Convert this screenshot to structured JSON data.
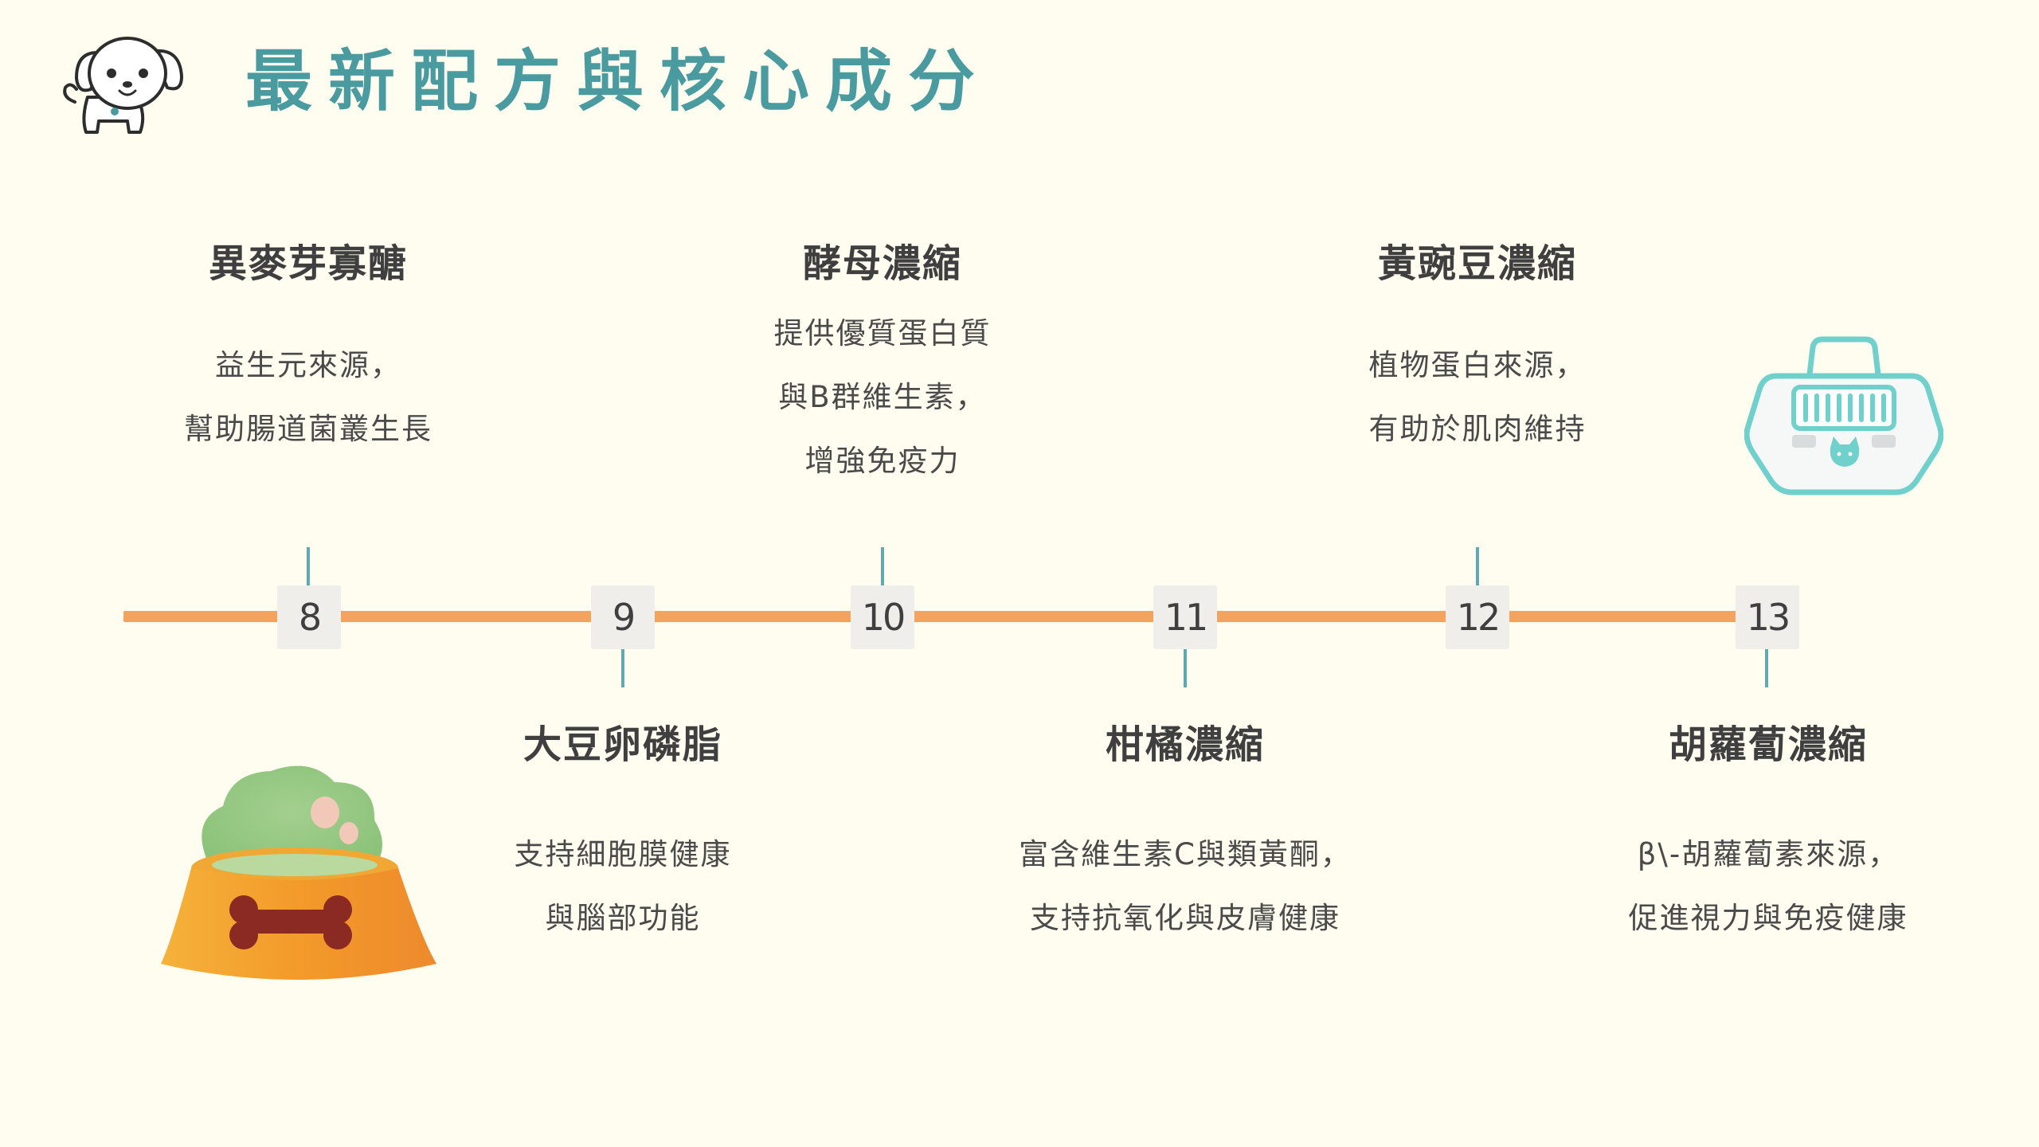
{
  "title": "最新配方與核心成分",
  "timeline": {
    "nodes": [
      {
        "number": "8",
        "title": "異麥芽寡醣",
        "lines": [
          "益生元來源，",
          "幫助腸道菌叢生長"
        ]
      },
      {
        "number": "9",
        "title": "大豆卵磷脂",
        "lines": [
          "支持細胞膜健康",
          "與腦部功能"
        ]
      },
      {
        "number": "10",
        "title": "酵母濃縮",
        "lines": [
          "提供優質蛋白質",
          "與B群維生素，",
          "增強免疫力"
        ]
      },
      {
        "number": "11",
        "title": "柑橘濃縮",
        "lines": [
          "富含維生素C與類黃酮，",
          "支持抗氧化與皮膚健康"
        ]
      },
      {
        "number": "12",
        "title": "黃豌豆濃縮",
        "lines": [
          "植物蛋白來源，",
          "有助於肌肉維持"
        ]
      },
      {
        "number": "13",
        "title": "胡蘿蔔濃縮",
        "lines": [
          "β\\-胡蘿蔔素來源，",
          "促進視力與免疫健康"
        ]
      }
    ]
  },
  "colors": {
    "title": "#4a9ba0",
    "timeline": "#f3a35d",
    "connector": "#5fa9b0",
    "node_bg": "#f0eeeb",
    "background": "#fefdf0"
  },
  "illustrations": {
    "logo": "dog-mascot-icon",
    "bowl": "dog-food-bowl-icon",
    "carrier": "pet-carrier-icon"
  }
}
